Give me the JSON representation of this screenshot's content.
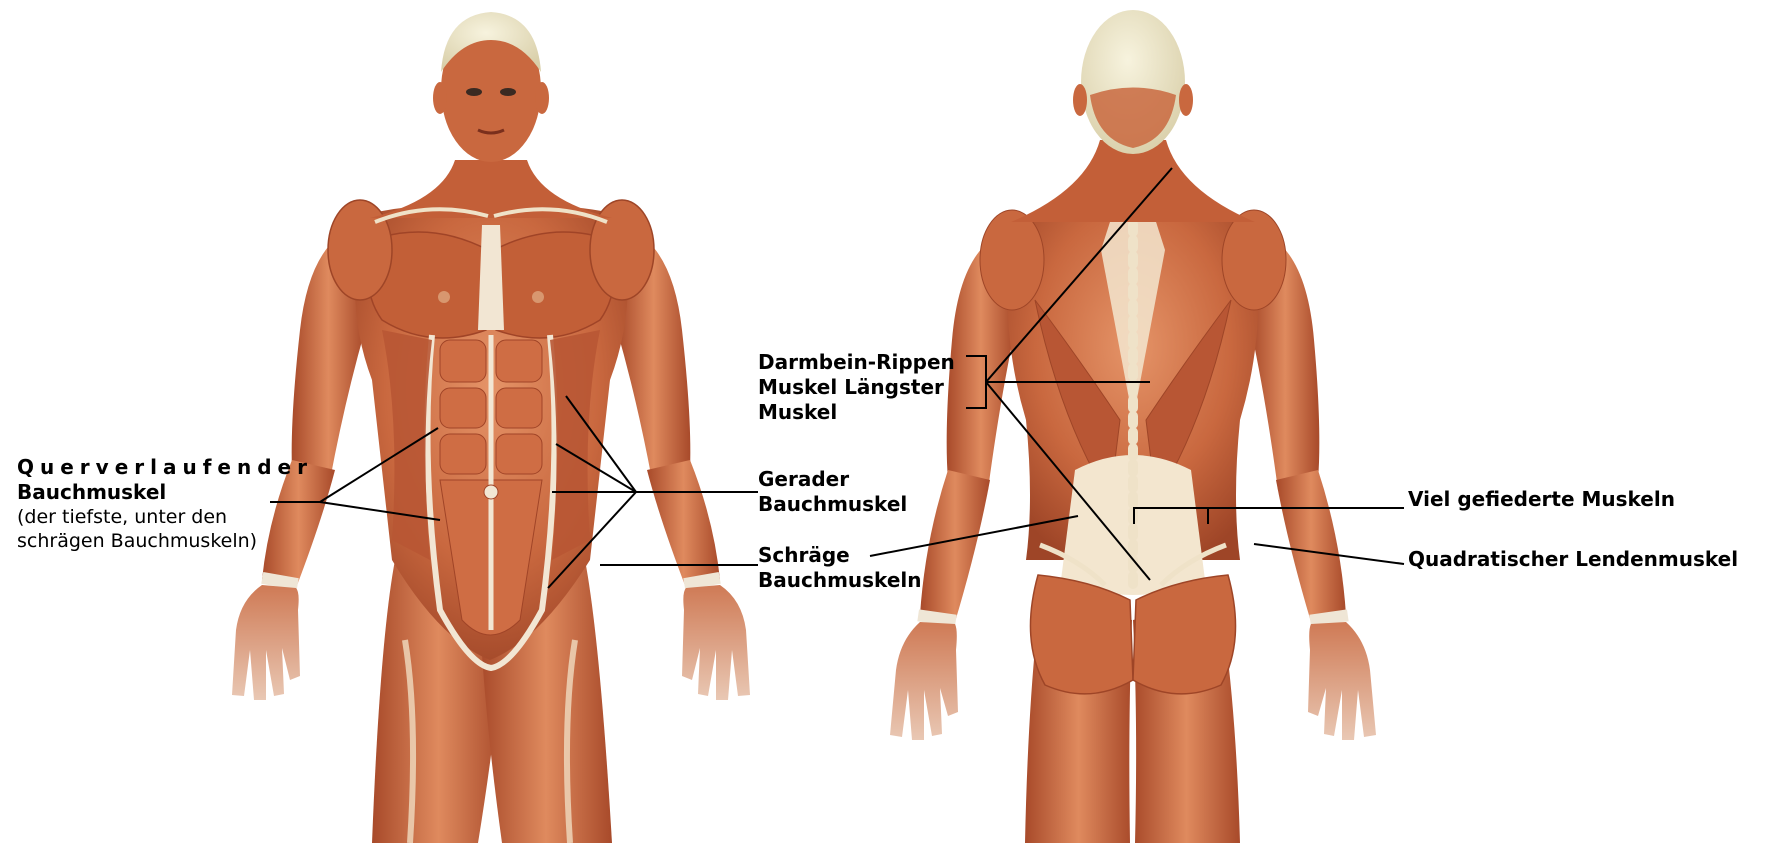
{
  "figure": {
    "front_view": "front-muscle-figure",
    "back_view": "back-muscle-figure"
  },
  "labels": {
    "transversus": {
      "line1": "Querverlaufender",
      "line2": "Bauchmuskel",
      "note_line1": "(der tiefste, unter den",
      "note_line2": "schrägen Bauchmuskeln)"
    },
    "rectus": {
      "line1": "Gerader",
      "line2": "Bauchmuskel"
    },
    "obliques": {
      "line1": "Schräge",
      "line2": "Bauchmuskeln"
    },
    "erector": {
      "line1": "Darmbein-Rippen",
      "line2": "Muskel Längster",
      "line3": "Muskel"
    },
    "multifidus": {
      "line1": "Viel gefiederte Muskeln"
    },
    "quadratus": {
      "line1": "Quadratischer Lendenmuskel"
    }
  },
  "colors": {
    "muscle": "#c9683f",
    "muscle_dark": "#a64a2a",
    "muscle_light": "#e08a5e",
    "tendon": "#f3e6cf",
    "skull": "#eee8cc",
    "leader": "#000000"
  }
}
